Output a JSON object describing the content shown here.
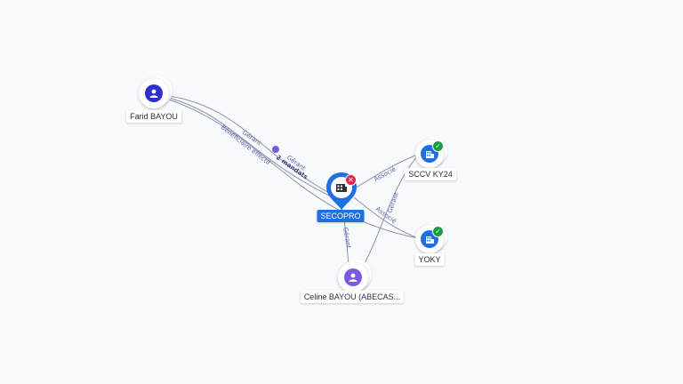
{
  "nodes": {
    "farid": {
      "label": "Farid BAYOU"
    },
    "secopro": {
      "label": "SECOPRO"
    },
    "sccv": {
      "label": "SCCV KY24"
    },
    "yoky": {
      "label": "YOKY"
    },
    "celine": {
      "label": "Celine BAYOU (ABECAS..."
    }
  },
  "edges": {
    "farid_secopro_gerant": "Gérant",
    "farid_secopro_beneficiaire": "Bénéficiaire effectif",
    "farid_secopro_mandats": "2 mandats",
    "farid_secopro_gerant2": "Gérant",
    "secopro_sccv": "Associé",
    "secopro_yoky": "Associé",
    "celine_secopro": "Gérant",
    "celine_sccv": "Gérant"
  },
  "colors": {
    "person_dark": "#2b31c9",
    "person_light": "#7c5ae0",
    "company": "#1f6fe0",
    "badge_ok": "#1e9a45",
    "badge_error": "#e0264f"
  }
}
